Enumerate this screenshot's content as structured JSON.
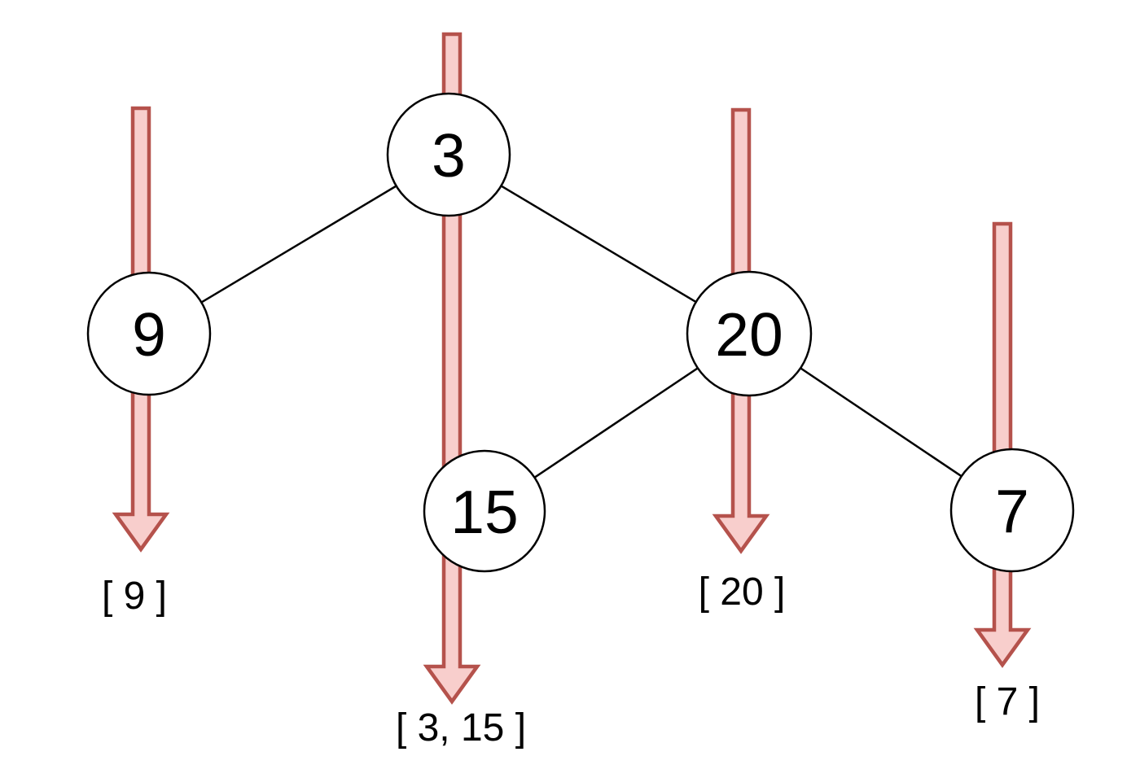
{
  "diagram": {
    "kind": "binary-tree-vertical-order-traversal"
  },
  "colors": {
    "background": "#ffffff",
    "arrow_fill": "#f8cecc",
    "arrow_stroke": "#b5524c",
    "node_fill": "#ffffff",
    "node_stroke": "#000000",
    "edge_stroke": "#000000",
    "text": "#000000"
  },
  "tree": {
    "nodes": [
      {
        "value": "3",
        "role": "root"
      },
      {
        "value": "9",
        "role": "left-child-of-3"
      },
      {
        "value": "20",
        "role": "right-child-of-3"
      },
      {
        "value": "15",
        "role": "left-child-of-20"
      },
      {
        "value": "7",
        "role": "right-child-of-20"
      }
    ],
    "edges": [
      {
        "from": "3",
        "to": "9"
      },
      {
        "from": "3",
        "to": "20"
      },
      {
        "from": "20",
        "to": "15"
      },
      {
        "from": "20",
        "to": "7"
      }
    ]
  },
  "columns": [
    {
      "nodes": [
        "9"
      ],
      "result": "[ 9 ]"
    },
    {
      "nodes": [
        "3",
        "15"
      ],
      "result": "[ 3, 15 ]"
    },
    {
      "nodes": [
        "20"
      ],
      "result": "[ 20 ]"
    },
    {
      "nodes": [
        "7"
      ],
      "result": "[ 7 ]"
    }
  ]
}
